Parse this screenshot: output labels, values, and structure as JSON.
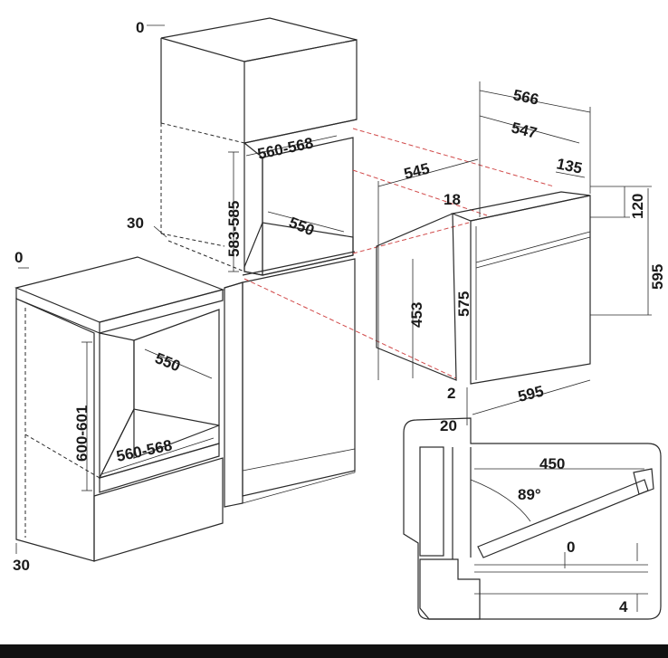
{
  "dimensions": {
    "tall_top_zero": "0",
    "tall_niche_width": "560-568",
    "tall_niche_height": "583-585",
    "tall_niche_depth": "550",
    "tall_side_gap": "30",
    "base_top_zero": "0",
    "base_niche_depth": "550",
    "base_niche_height": "600-601",
    "base_niche_width": "560-568",
    "base_bottom_gap": "30",
    "oven_depth_top": "566",
    "oven_depth_body": "547",
    "oven_rear": "135",
    "oven_side_depth": "545",
    "oven_front_offset": "18",
    "oven_panel_height": "120",
    "oven_front_height": "595",
    "oven_inner_height": "575",
    "oven_body_height": "453",
    "oven_width": "595",
    "oven_gap_small": "2",
    "oven_door_thickness": "20",
    "door_opening_length": "450",
    "door_angle": "89°",
    "door_clearance_zero": "0",
    "door_clearance_four": "4"
  }
}
